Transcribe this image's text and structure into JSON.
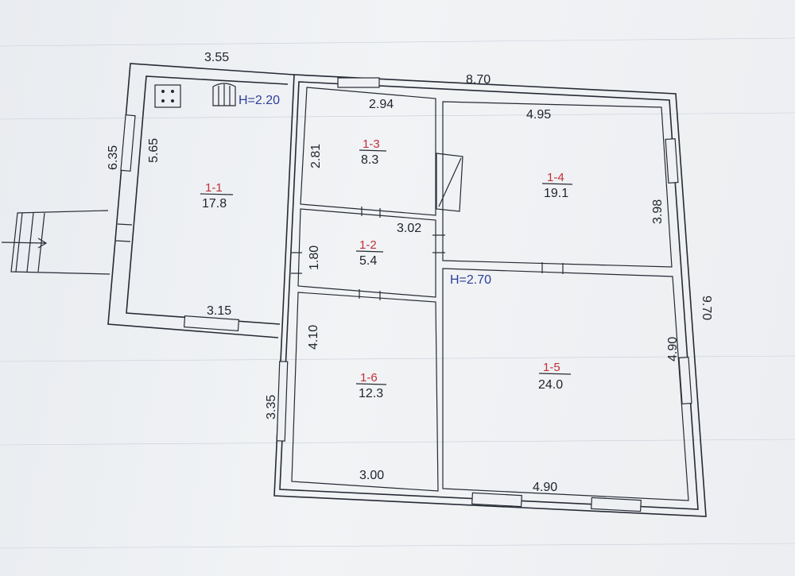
{
  "plan": {
    "exterior_dims": {
      "kitchen_top": "3.55",
      "main_top": "8.70",
      "kitchen_left_outer": "6.35",
      "main_right_outer": "9.70",
      "left_lower_outer": "3.35"
    },
    "heights": {
      "kitchen": "H=2.20",
      "main": "H=2.70"
    },
    "rooms": [
      {
        "id": "1-1",
        "area": "17.8",
        "dims": [
          "5.65",
          "3.15"
        ]
      },
      {
        "id": "1-2",
        "area": "5.4",
        "dims": [
          "1.80",
          "3.02"
        ]
      },
      {
        "id": "1-3",
        "area": "8.3",
        "dims": [
          "2.94",
          "2.81"
        ]
      },
      {
        "id": "1-4",
        "area": "19.1",
        "dims": [
          "4.95",
          "3.98"
        ]
      },
      {
        "id": "1-5",
        "area": "24.0",
        "dims": [
          "4.90",
          "4.90"
        ]
      },
      {
        "id": "1-6",
        "area": "12.3",
        "dims": [
          "4.10",
          "3.00"
        ]
      }
    ]
  }
}
